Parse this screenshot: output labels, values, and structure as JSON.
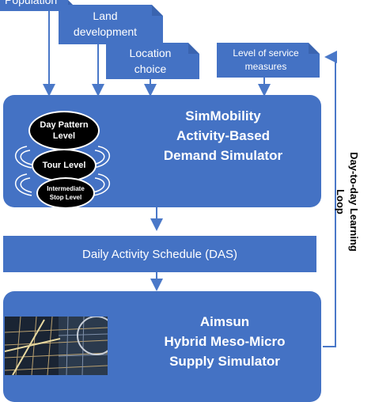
{
  "inputs": {
    "population": "Population",
    "land_development": "Land\ndevelopment",
    "location_choice": "Location\nchoice",
    "level_of_service": "Level of service\nmeasures"
  },
  "demand": {
    "title": "SimMobility\nActivity-Based\nDemand Simulator",
    "levels": [
      "Day Pattern\nLevel",
      "Tour Level",
      "Intermediate\nStop Level"
    ]
  },
  "das": "Daily Activity Schedule (DAS)",
  "supply": {
    "title": "Aimsun\nHybrid Meso-Micro\nSupply Simulator"
  },
  "loop_label": "Day-to-day Learning\nLoop",
  "colors": {
    "box": "#4472c4",
    "arrow": "#4a78c8",
    "text_on_box": "#ffffff"
  }
}
